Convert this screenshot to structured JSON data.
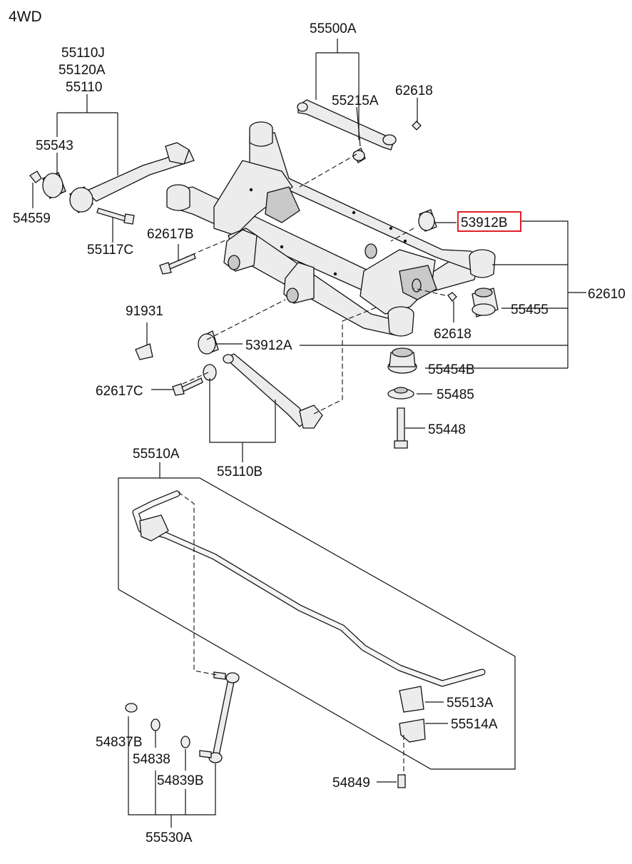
{
  "title": "4WD",
  "labels": {
    "p55500A": "55500A",
    "p55215A": "55215A",
    "p62618_top": "62618",
    "p55110J": "55110J",
    "p55120A": "55120A",
    "p55110": "55110",
    "p55543": "55543",
    "p54559": "54559",
    "p55117C": "55117C",
    "p62617B": "62617B",
    "p53912B": "53912B",
    "p62610": "62610",
    "p55455": "55455",
    "p62618_mid": "62618",
    "p91931": "91931",
    "p53912A": "53912A",
    "p55454B": "55454B",
    "p62617C": "62617C",
    "p55485": "55485",
    "p55448": "55448",
    "p55110B": "55110B",
    "p55510A": "55510A",
    "p55513A": "55513A",
    "p55514A": "55514A",
    "p54837B": "54837B",
    "p54838": "54838",
    "p54839B": "54839B",
    "p54849": "54849",
    "p55530A": "55530A"
  },
  "highlight": "53912B",
  "colors": {
    "highlight": "#e0202a",
    "line": "#111111"
  }
}
